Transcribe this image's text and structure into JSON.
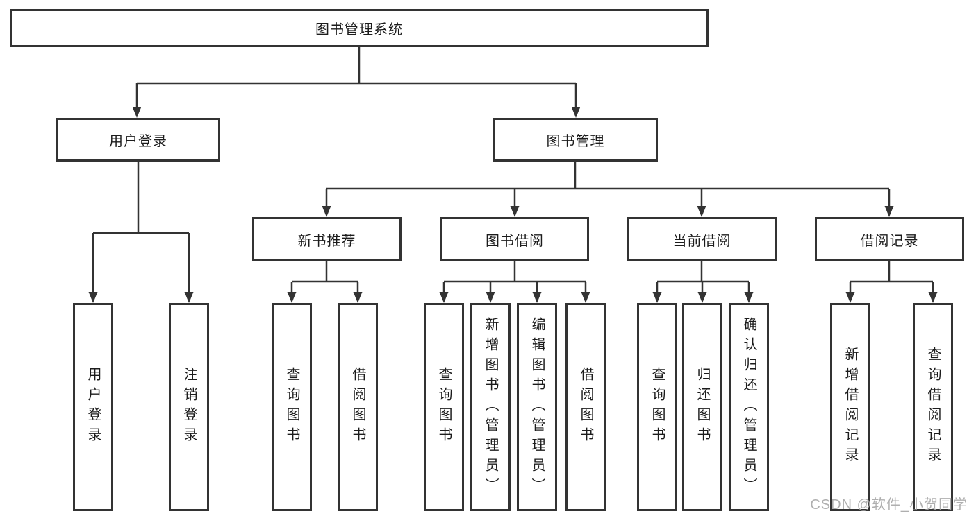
{
  "diagram": {
    "root": {
      "label": "图书管理系统"
    },
    "branches": [
      {
        "label": "用户登录",
        "children": [
          {
            "label": "用户登录"
          },
          {
            "label": "注销登录"
          }
        ]
      },
      {
        "label": "图书管理",
        "children": [
          {
            "label": "新书推荐",
            "children": [
              {
                "label": "查询图书"
              },
              {
                "label": "借阅图书"
              }
            ]
          },
          {
            "label": "图书借阅",
            "children": [
              {
                "label": "查询图书"
              },
              {
                "label": "新增图书（管理员）"
              },
              {
                "label": "编辑图书（管理员）"
              },
              {
                "label": "借阅图书"
              }
            ]
          },
          {
            "label": "当前借阅",
            "children": [
              {
                "label": "查询图书"
              },
              {
                "label": "归还图书"
              },
              {
                "label": "确认归还（管理员）"
              }
            ]
          },
          {
            "label": "借阅记录",
            "children": [
              {
                "label": "新增借阅记录"
              },
              {
                "label": "查询借阅记录"
              }
            ]
          }
        ]
      }
    ]
  },
  "watermark": {
    "text": "CSDN @软件_小贺同学"
  },
  "colors": {
    "line": "#333333",
    "box_border": "#333333",
    "text": "#1c1c1c",
    "watermark": "#a8a8a8",
    "background": "#ffffff"
  }
}
